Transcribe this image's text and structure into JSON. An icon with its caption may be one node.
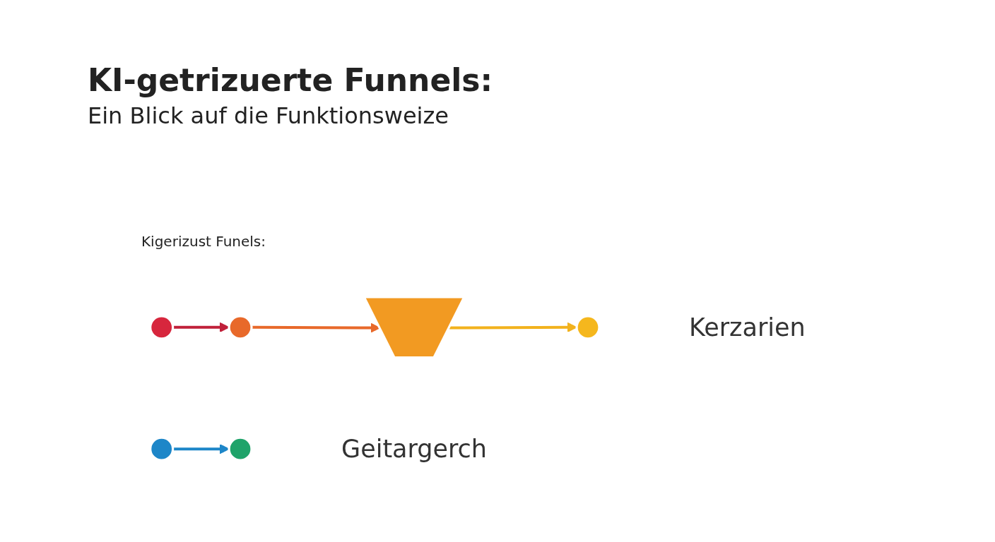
{
  "diagram": {
    "title": "KI-getrizuerte Funnels:",
    "nodes": [
      {
        "text": [],
        "shape": "circle"
      },
      {
        "text": [],
        "shape": "circle"
      },
      {
        "text": [],
        "shape": "picture"
      },
      {
        "text": [],
        "shape": "circle",
        "beside": [
          "Kerzarien"
        ]
      },
      {
        "text": [],
        "shape": "circle"
      },
      {
        "text": [],
        "shape": "circle",
        "beside": [
          "Geitargerch"
        ]
      }
    ],
    "edges": [
      {
        "from": 0,
        "to": 1,
        "arrow": "to",
        "color": "#c0203a"
      },
      {
        "from": 1,
        "to": 2,
        "arrow": "to",
        "color": "#e8692a"
      },
      {
        "from": 2,
        "to": 3,
        "arrow": "to",
        "color": "#f2b21d"
      },
      {
        "from": 4,
        "to": 5,
        "arrow": "to",
        "color": "#1d86c8"
      }
    ],
    "labels": [
      "Ein Blick auf die Funktionsweize",
      "Kigerizust Funels:"
    ]
  }
}
